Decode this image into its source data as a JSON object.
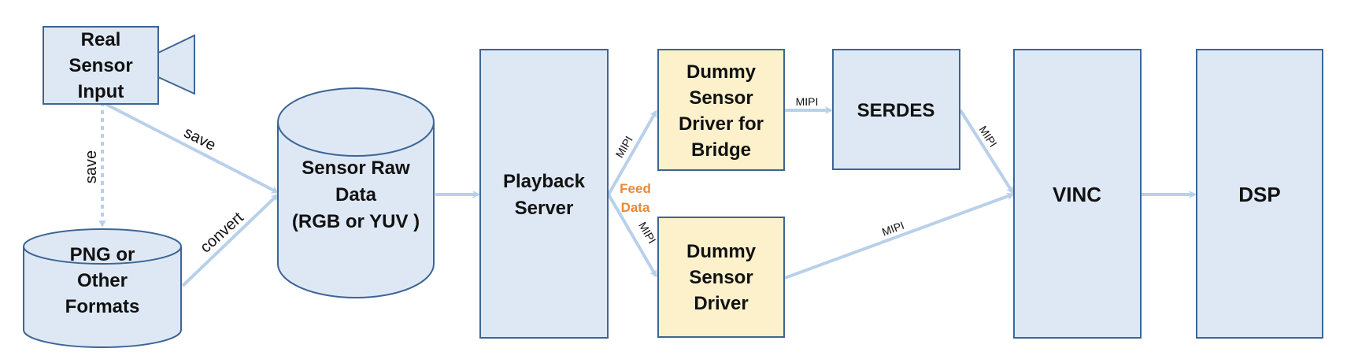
{
  "colors": {
    "box_fill": "#DEE8F5",
    "box_stroke": "#3D6595",
    "highlight_fill": "#FDF1CC",
    "arrow": "#B8D0EA",
    "feed_text": "#E8893B"
  },
  "nodes": {
    "real_sensor": [
      "Real",
      "Sensor",
      "Input"
    ],
    "png_formats": [
      "PNG or",
      "Other",
      "Formats"
    ],
    "sensor_raw": [
      "Sensor Raw",
      "Data",
      "(RGB or YUV )"
    ],
    "playback": [
      "Playback",
      "Server"
    ],
    "dummy_bridge": [
      "Dummy",
      "Sensor",
      "Driver for",
      "Bridge"
    ],
    "dummy_driver": [
      "Dummy",
      "Sensor",
      "Driver"
    ],
    "serdes": [
      "SERDES"
    ],
    "vinc": [
      "VINC"
    ],
    "dsp": [
      "DSP"
    ]
  },
  "edges": {
    "save_dotted": "save",
    "save_main": "save",
    "convert": "convert",
    "mipi_to_bridge": "MIPI",
    "mipi_to_driver": "MIPI",
    "mipi_bridge_serdes": "MIPI",
    "mipi_serdes_vinc": "MIPI",
    "mipi_driver_vinc": "MIPI",
    "feed_data": [
      "Feed",
      "Data"
    ]
  }
}
